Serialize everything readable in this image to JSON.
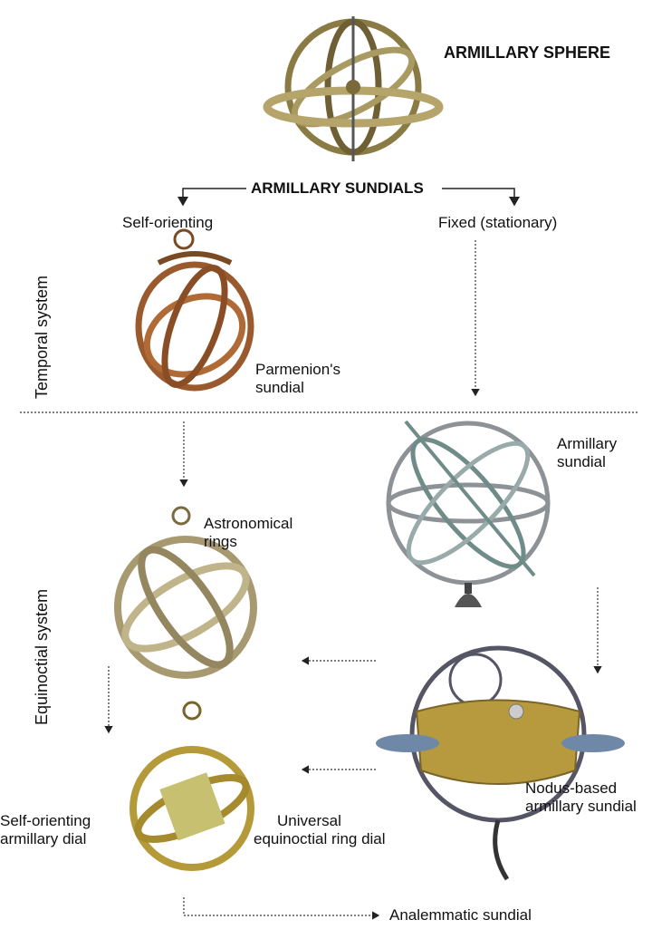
{
  "title": "ARMILLARY SPHERE",
  "subtitle": "ARMILLARY SUNDIALS",
  "branches": {
    "left": "Self-orienting",
    "right": "Fixed (stationary)"
  },
  "systems": {
    "temporal": "Temporal system",
    "equinoctial": "Equinoctial system"
  },
  "instruments": {
    "parmenion": [
      "Parmenion's",
      "sundial"
    ],
    "armillary_sundial": [
      "Armillary",
      "sundial"
    ],
    "astronomical_rings": [
      "Astronomical",
      "rings"
    ],
    "nodus": [
      "Nodus-based",
      "armillary sundial"
    ],
    "self_orienting_dial": [
      "Self-orienting",
      "armillary dial"
    ],
    "universal": [
      "Universal",
      "equinoctial ring dial"
    ],
    "analemmatic": "Analemmatic sundial"
  },
  "colors": {
    "brass": "#a08a4a",
    "copper": "#9a5a2e",
    "steel": "#8c9296",
    "gold": "#b59a3a"
  }
}
